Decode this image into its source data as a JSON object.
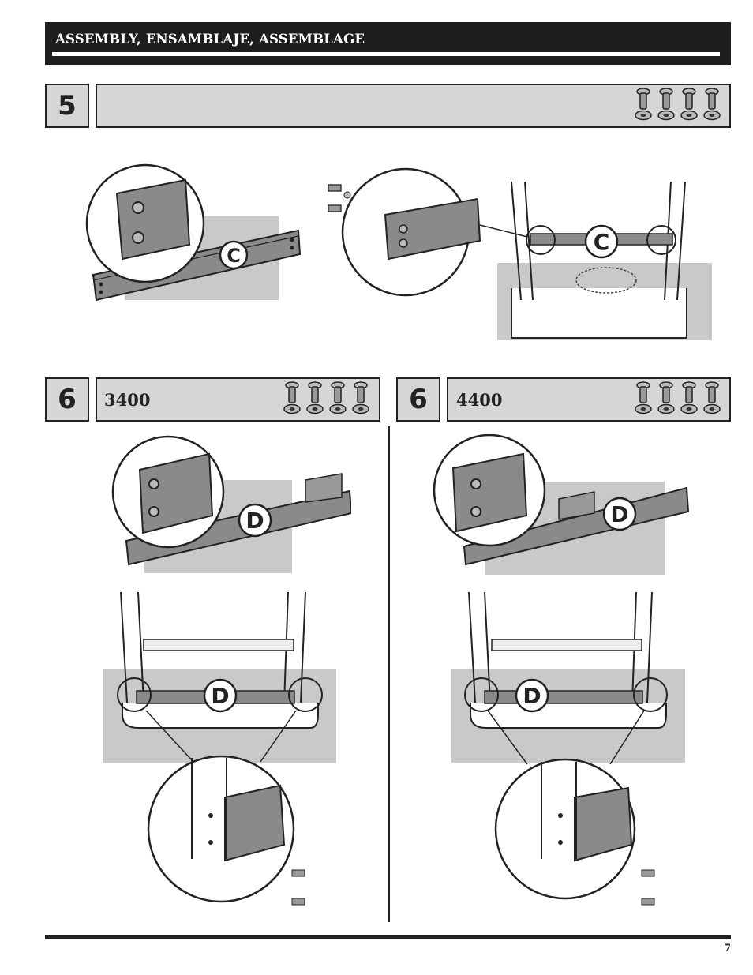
{
  "header": {
    "title": "ASSEMBLY, ENSAMBLAJE, ASSEMBLAGE"
  },
  "steps": [
    {
      "number": "5",
      "model": ""
    },
    {
      "number": "6",
      "model": "3400"
    },
    {
      "number": "6",
      "model": "4400"
    }
  ],
  "hardware": {
    "count": 4,
    "icons": [
      "screw-icon",
      "washer-icon"
    ]
  },
  "callouts": {
    "c": "C",
    "d": "D"
  },
  "footer": {
    "page_number": "7"
  },
  "colors": {
    "dark": "#222222",
    "panel": "#d6d6d6",
    "shadow": "#c9c9c9",
    "metal": "#8a8a8a"
  }
}
